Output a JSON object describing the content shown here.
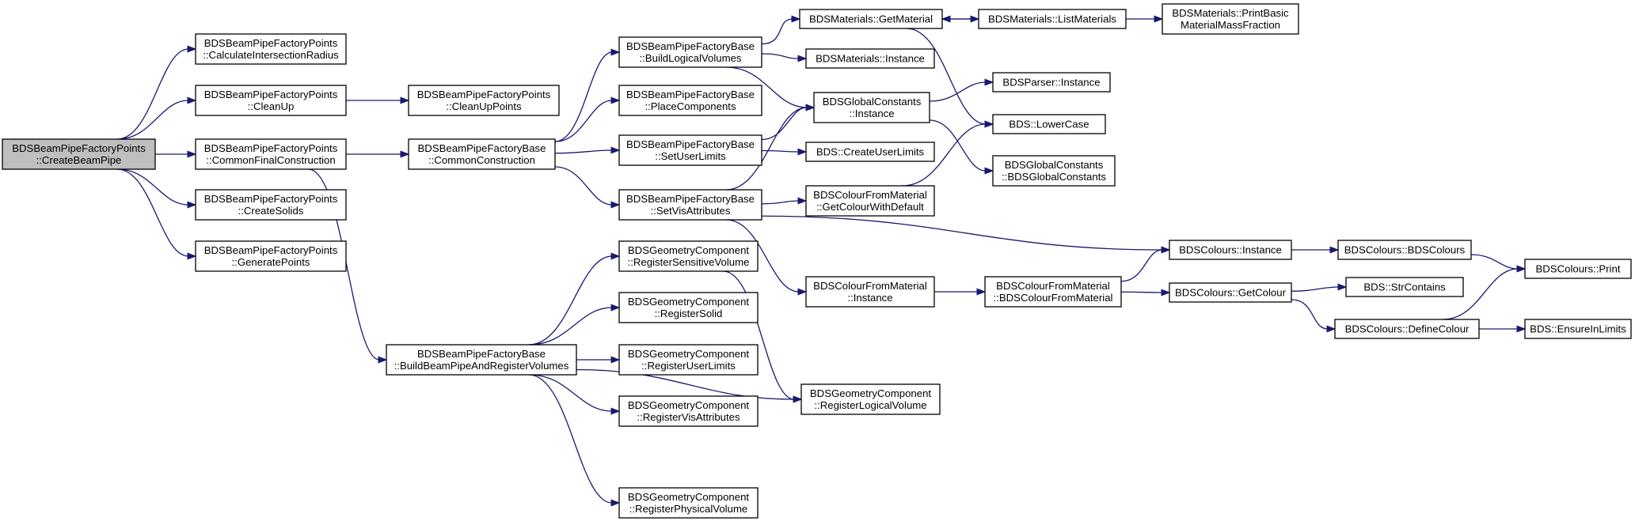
{
  "graph": {
    "type": "call-graph",
    "edge_color": "#191970",
    "root_fill": "#bfbfbf",
    "nodes": [
      {
        "id": "create_beam_pipe",
        "name": "node-create-beam-pipe",
        "lines": [
          "BDSBeamPipeFactoryPoints",
          "::CreateBeamPipe"
        ],
        "root": true
      },
      {
        "id": "calc_intersection",
        "name": "node-calculate-intersection-radius",
        "lines": [
          "BDSBeamPipeFactoryPoints",
          "::CalculateIntersectionRadius"
        ]
      },
      {
        "id": "clean_up",
        "name": "node-clean-up",
        "lines": [
          "BDSBeamPipeFactoryPoints",
          "::CleanUp"
        ]
      },
      {
        "id": "common_final",
        "name": "node-common-final-construction",
        "lines": [
          "BDSBeamPipeFactoryPoints",
          "::CommonFinalConstruction"
        ]
      },
      {
        "id": "create_solids",
        "name": "node-create-solids",
        "lines": [
          "BDSBeamPipeFactoryPoints",
          "::CreateSolids"
        ]
      },
      {
        "id": "generate_points",
        "name": "node-generate-points",
        "lines": [
          "BDSBeamPipeFactoryPoints",
          "::GeneratePoints"
        ]
      },
      {
        "id": "clean_up_points",
        "name": "node-clean-up-points",
        "lines": [
          "BDSBeamPipeFactoryPoints",
          "::CleanUpPoints"
        ]
      },
      {
        "id": "common_construction",
        "name": "node-common-construction",
        "lines": [
          "BDSBeamPipeFactoryBase",
          "::CommonConstruction"
        ]
      },
      {
        "id": "build_beampipe_register",
        "name": "node-build-beam-pipe-and-register-volumes",
        "lines": [
          "BDSBeamPipeFactoryBase",
          "::BuildBeamPipeAndRegisterVolumes"
        ]
      },
      {
        "id": "build_logical",
        "name": "node-build-logical-volumes",
        "lines": [
          "BDSBeamPipeFactoryBase",
          "::BuildLogicalVolumes"
        ]
      },
      {
        "id": "place_components",
        "name": "node-place-components",
        "lines": [
          "BDSBeamPipeFactoryBase",
          "::PlaceComponents"
        ]
      },
      {
        "id": "set_user_limits",
        "name": "node-set-user-limits",
        "lines": [
          "BDSBeamPipeFactoryBase",
          "::SetUserLimits"
        ]
      },
      {
        "id": "set_vis_attributes",
        "name": "node-set-vis-attributes",
        "lines": [
          "BDSBeamPipeFactoryBase",
          "::SetVisAttributes"
        ]
      },
      {
        "id": "reg_sensitive",
        "name": "node-register-sensitive-volume",
        "lines": [
          "BDSGeometryComponent",
          "::RegisterSensitiveVolume"
        ]
      },
      {
        "id": "reg_solid",
        "name": "node-register-solid",
        "lines": [
          "BDSGeometryComponent",
          "::RegisterSolid"
        ]
      },
      {
        "id": "reg_user_limits",
        "name": "node-register-user-limits",
        "lines": [
          "BDSGeometryComponent",
          "::RegisterUserLimits"
        ]
      },
      {
        "id": "reg_vis_attr",
        "name": "node-register-vis-attributes",
        "lines": [
          "BDSGeometryComponent",
          "::RegisterVisAttributes"
        ]
      },
      {
        "id": "reg_physical",
        "name": "node-register-physical-volume",
        "lines": [
          "BDSGeometryComponent",
          "::RegisterPhysicalVolume"
        ]
      },
      {
        "id": "mat_get",
        "name": "node-materials-get-material",
        "lines": [
          "BDSMaterials::GetMaterial"
        ]
      },
      {
        "id": "mat_instance",
        "name": "node-materials-instance",
        "lines": [
          "BDSMaterials::Instance"
        ]
      },
      {
        "id": "globals_instance",
        "name": "node-global-constants-instance",
        "lines": [
          "BDSGlobalConstants",
          "::Instance"
        ]
      },
      {
        "id": "create_user_limits",
        "name": "node-bds-create-user-limits",
        "lines": [
          "BDS::CreateUserLimits"
        ]
      },
      {
        "id": "colour_default",
        "name": "node-colour-from-material-get-colour-with-default",
        "lines": [
          "BDSColourFromMaterial",
          "::GetColourWithDefault"
        ]
      },
      {
        "id": "colour_mat_instance",
        "name": "node-colour-from-material-instance",
        "lines": [
          "BDSColourFromMaterial",
          "::Instance"
        ]
      },
      {
        "id": "reg_logical",
        "name": "node-register-logical-volume",
        "lines": [
          "BDSGeometryComponent",
          "::RegisterLogicalVolume"
        ]
      },
      {
        "id": "mat_list",
        "name": "node-materials-list-materials",
        "lines": [
          "BDSMaterials::ListMaterials"
        ]
      },
      {
        "id": "parser_instance",
        "name": "node-parser-instance",
        "lines": [
          "BDSParser::Instance"
        ]
      },
      {
        "id": "lower_case",
        "name": "node-bds-lower-case",
        "lines": [
          "BDS::LowerCase"
        ]
      },
      {
        "id": "globals_ctor",
        "name": "node-global-constants-constructor",
        "lines": [
          "BDSGlobalConstants",
          "::BDSGlobalConstants"
        ]
      },
      {
        "id": "colour_mat_ctor",
        "name": "node-colour-from-material-constructor",
        "lines": [
          "BDSColourFromMaterial",
          "::BDSColourFromMaterial"
        ]
      },
      {
        "id": "mat_print",
        "name": "node-materials-print-basic-material-mass-fraction",
        "lines": [
          "BDSMaterials::PrintBasic",
          "MaterialMassFraction"
        ]
      },
      {
        "id": "colours_instance",
        "name": "node-colours-instance",
        "lines": [
          "BDSColours::Instance"
        ]
      },
      {
        "id": "colours_get",
        "name": "node-colours-get-colour",
        "lines": [
          "BDSColours::GetColour"
        ]
      },
      {
        "id": "colours_ctor",
        "name": "node-colours-constructor",
        "lines": [
          "BDSColours::BDSColours"
        ]
      },
      {
        "id": "str_contains",
        "name": "node-bds-str-contains",
        "lines": [
          "BDS::StrContains"
        ]
      },
      {
        "id": "colours_define",
        "name": "node-colours-define-colour",
        "lines": [
          "BDSColours::DefineColour"
        ]
      },
      {
        "id": "colours_print",
        "name": "node-colours-print",
        "lines": [
          "BDSColours::Print"
        ]
      },
      {
        "id": "ensure_limits",
        "name": "node-bds-ensure-in-limits",
        "lines": [
          "BDS::EnsureInLimits"
        ]
      }
    ],
    "edges": [
      [
        "create_beam_pipe",
        "calc_intersection"
      ],
      [
        "create_beam_pipe",
        "clean_up"
      ],
      [
        "create_beam_pipe",
        "common_final"
      ],
      [
        "create_beam_pipe",
        "create_solids"
      ],
      [
        "create_beam_pipe",
        "generate_points"
      ],
      [
        "clean_up",
        "clean_up_points"
      ],
      [
        "common_final",
        "common_construction"
      ],
      [
        "common_final",
        "build_beampipe_register"
      ],
      [
        "common_construction",
        "build_logical"
      ],
      [
        "common_construction",
        "place_components"
      ],
      [
        "common_construction",
        "set_user_limits"
      ],
      [
        "common_construction",
        "set_vis_attributes"
      ],
      [
        "build_beampipe_register",
        "reg_sensitive"
      ],
      [
        "build_beampipe_register",
        "reg_solid"
      ],
      [
        "build_beampipe_register",
        "reg_user_limits"
      ],
      [
        "build_beampipe_register",
        "reg_vis_attr"
      ],
      [
        "build_beampipe_register",
        "reg_physical"
      ],
      [
        "build_beampipe_register",
        "reg_logical"
      ],
      [
        "build_logical",
        "mat_get"
      ],
      [
        "build_logical",
        "mat_instance"
      ],
      [
        "build_logical",
        "globals_instance"
      ],
      [
        "set_user_limits",
        "globals_instance"
      ],
      [
        "set_user_limits",
        "create_user_limits"
      ],
      [
        "set_vis_attributes",
        "globals_instance"
      ],
      [
        "set_vis_attributes",
        "colour_default"
      ],
      [
        "set_vis_attributes",
        "colour_mat_instance"
      ],
      [
        "set_vis_attributes",
        "colours_instance"
      ],
      [
        "reg_sensitive",
        "reg_logical"
      ],
      [
        "mat_get",
        "mat_list"
      ],
      [
        "mat_get",
        "lower_case"
      ],
      [
        "mat_list",
        "mat_get"
      ],
      [
        "mat_list",
        "mat_print"
      ],
      [
        "globals_instance",
        "parser_instance"
      ],
      [
        "globals_instance",
        "globals_ctor"
      ],
      [
        "colour_default",
        "lower_case"
      ],
      [
        "colour_mat_instance",
        "colour_mat_ctor"
      ],
      [
        "colour_mat_ctor",
        "colours_instance"
      ],
      [
        "colour_mat_ctor",
        "colours_get"
      ],
      [
        "colours_instance",
        "colours_ctor"
      ],
      [
        "colours_get",
        "str_contains"
      ],
      [
        "colours_get",
        "colours_define"
      ],
      [
        "colours_ctor",
        "colours_print"
      ],
      [
        "colours_define",
        "colours_print"
      ],
      [
        "colours_define",
        "ensure_limits"
      ]
    ]
  }
}
